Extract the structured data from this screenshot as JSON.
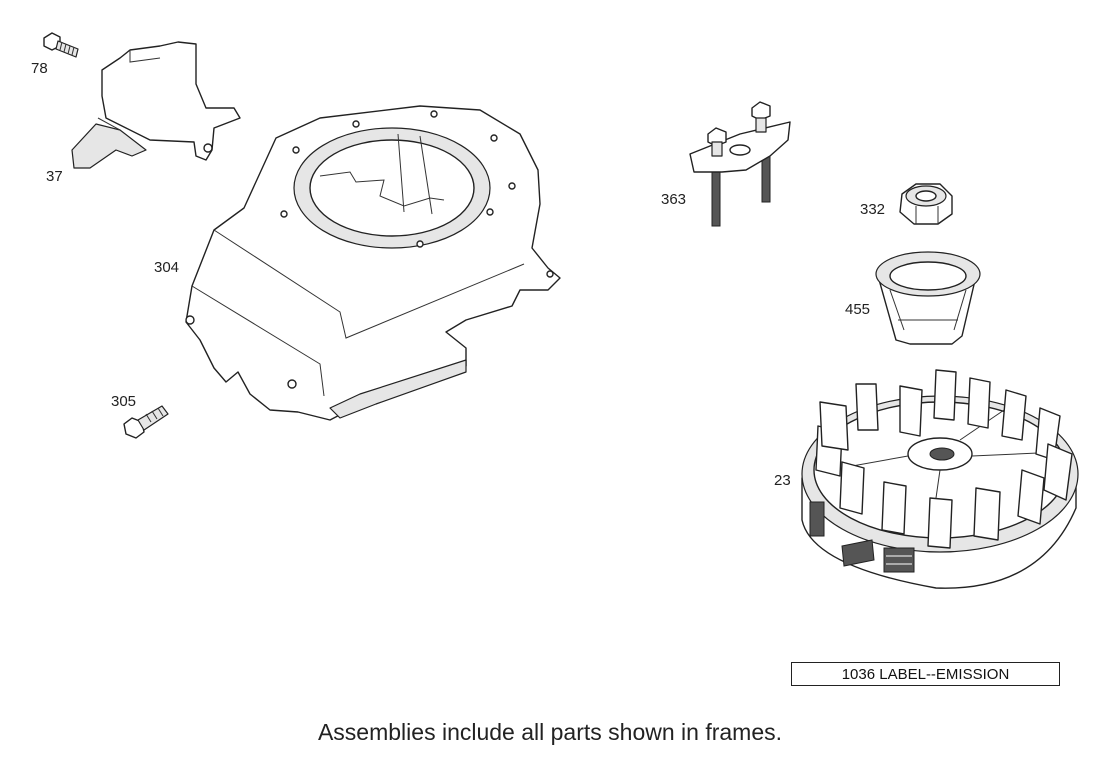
{
  "callouts": {
    "p78": "78",
    "p37": "37",
    "p304": "304",
    "p305": "305",
    "p363": "363",
    "p332": "332",
    "p455": "455",
    "p23": "23"
  },
  "frame_label": "1036 LABEL--EMISSION",
  "caption": "Assemblies include all parts shown in frames."
}
